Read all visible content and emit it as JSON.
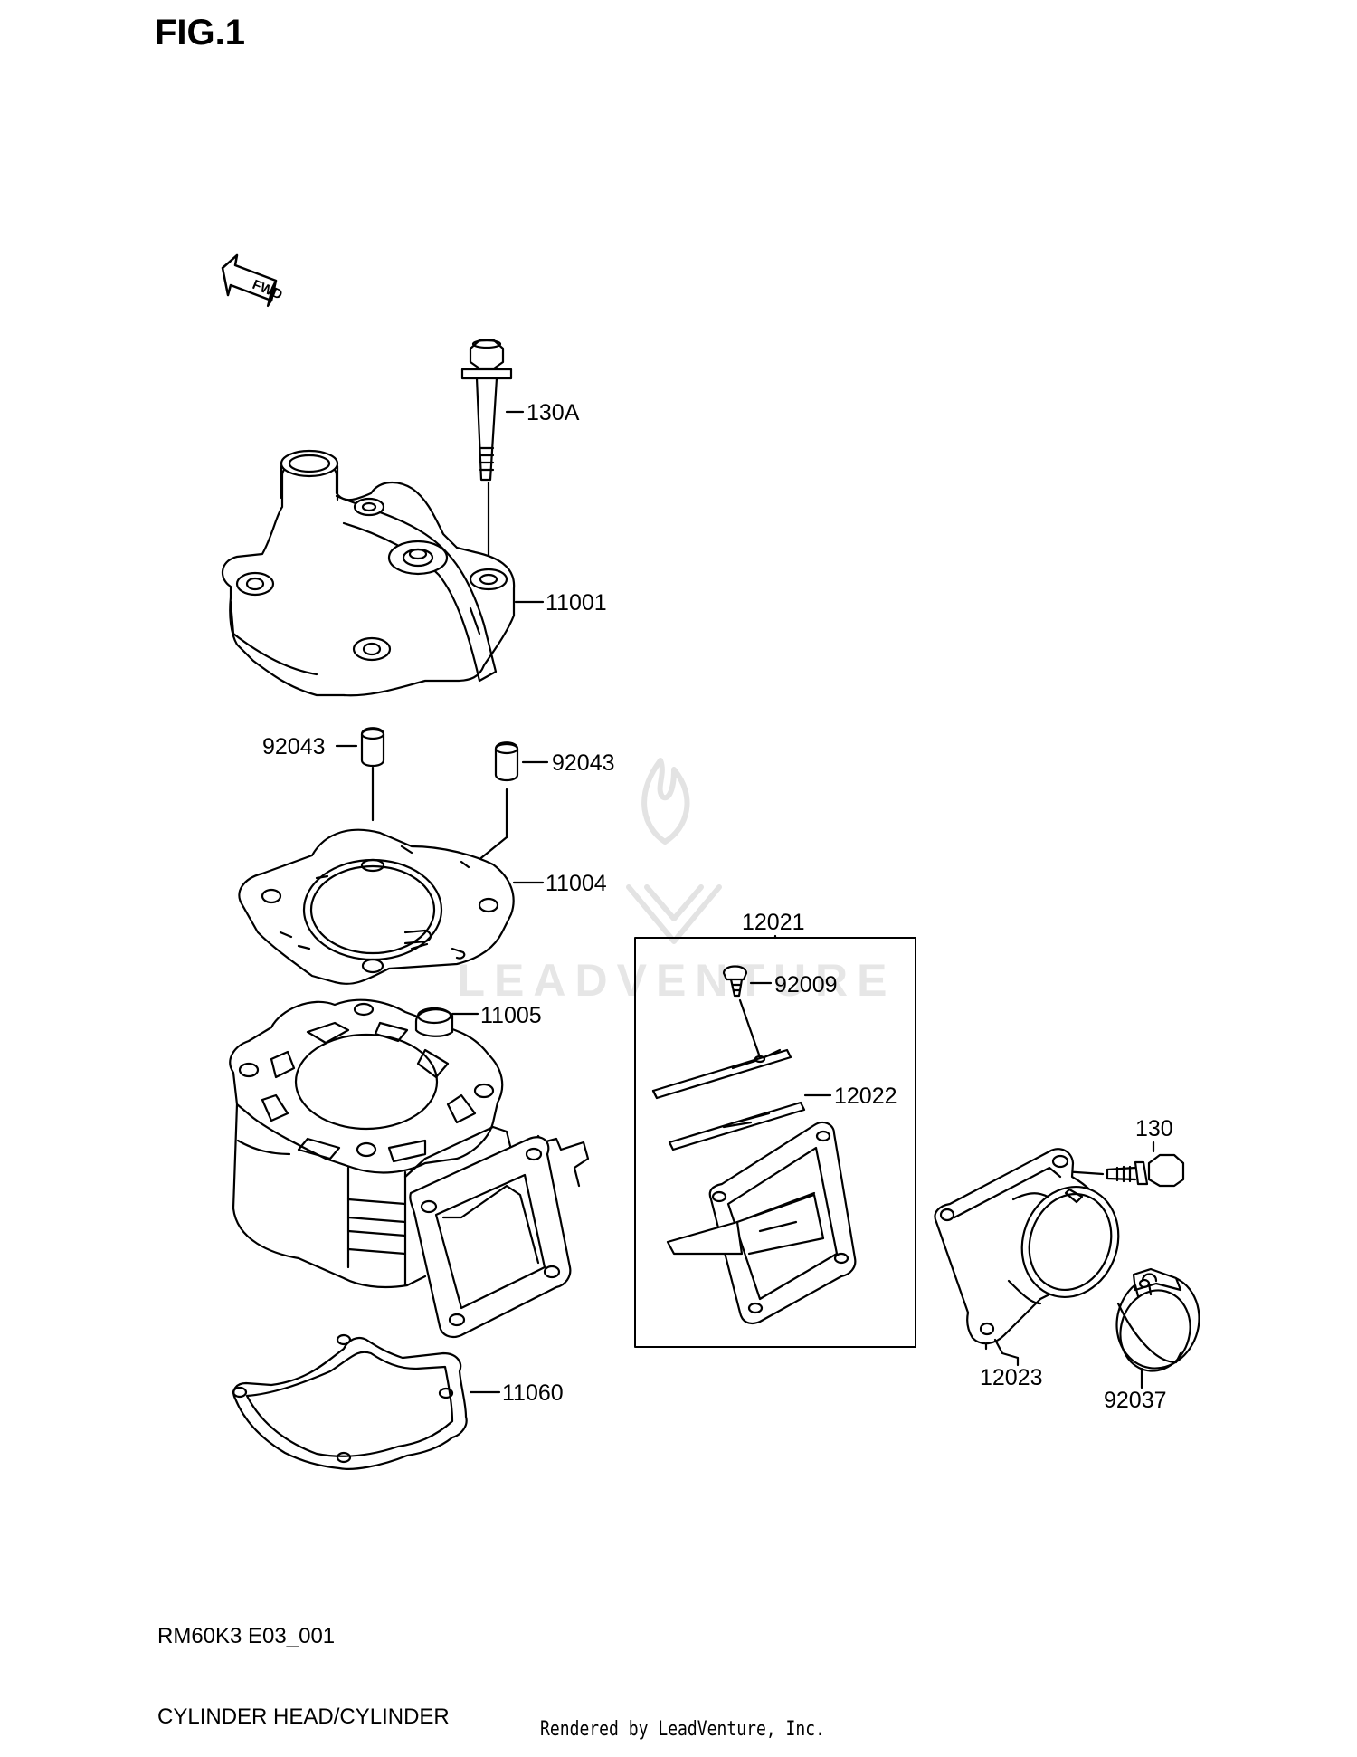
{
  "figure": {
    "title": "FIG.1",
    "code": "RM60K3 E03_001",
    "caption": "CYLINDER HEAD/CYLINDER",
    "credit": "Rendered by LeadVenture, Inc.",
    "watermark": "LEADVENTURE",
    "fwd_label": "FWD"
  },
  "parts": [
    {
      "id": "bolt-130a",
      "label": "130A"
    },
    {
      "id": "cylinder-head",
      "label": "11001"
    },
    {
      "id": "dowel-left",
      "label": "92043"
    },
    {
      "id": "dowel-right",
      "label": "92043"
    },
    {
      "id": "head-gasket",
      "label": "11004"
    },
    {
      "id": "cylinder",
      "label": "11005"
    },
    {
      "id": "base-gasket",
      "label": "11060"
    },
    {
      "id": "reed-valve-assy",
      "label": "12021"
    },
    {
      "id": "screw",
      "label": "92009"
    },
    {
      "id": "reed-plate",
      "label": "12022"
    },
    {
      "id": "intake-bolt",
      "label": "130"
    },
    {
      "id": "intake-pipe",
      "label": "12023"
    },
    {
      "id": "hose-clamp",
      "label": "92037"
    }
  ],
  "colors": {
    "line": "#000000",
    "watermark": "#e6e6e6"
  }
}
